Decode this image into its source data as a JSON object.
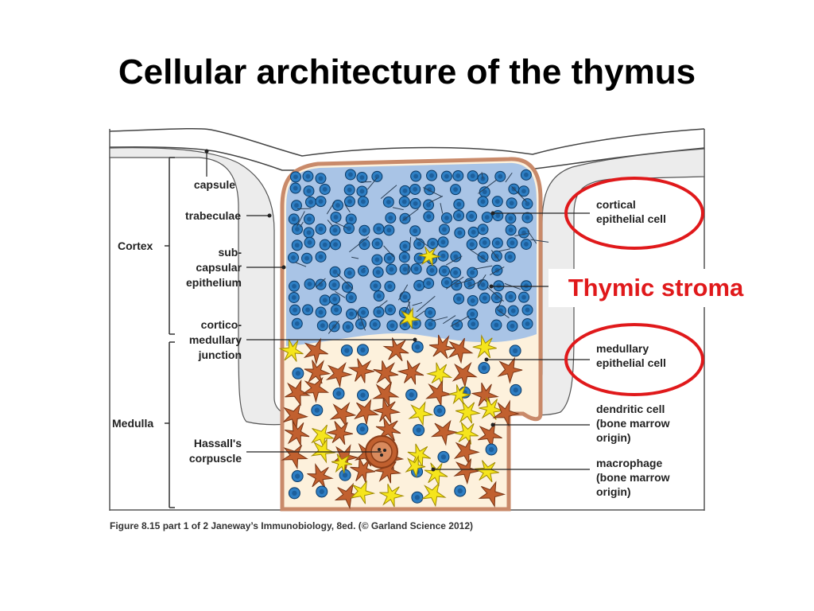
{
  "title": "Cellular architecture of the thymus",
  "zones": {
    "cortex": "Cortex",
    "medulla": "Medulla"
  },
  "left_labels": {
    "capsule": "capsule",
    "trabeculae": "trabeculae",
    "subcapsular": [
      "sub-",
      "capsular",
      "epithelium"
    ],
    "cm_junction": [
      "cortico-",
      "medullary",
      "junction"
    ],
    "hassall": [
      "Hassall's",
      "corpuscle"
    ]
  },
  "right_labels": {
    "cortical": [
      "cortical",
      "epithelial cell"
    ],
    "medullary": [
      "medullary",
      "epithelial cell"
    ],
    "dendritic": [
      "dendritic cell",
      "(bone marrow",
      "origin)"
    ],
    "macrophage": [
      "macrophage",
      "(bone marrow",
      "origin)"
    ]
  },
  "callout": "Thymic stroma",
  "caption": "Figure 8.15 part 1 of 2  Janeway’s Immunobiology, 8ed. (© Garland Science 2012)",
  "colors": {
    "cortex_fill": "#a9c4e6",
    "medulla_fill": "#fdf1dc",
    "thymocyte": "#2f7fc4",
    "medullary_epithelial": "#c1602f",
    "dendritic": "#f5e51c",
    "highlight": "#e0191b"
  }
}
